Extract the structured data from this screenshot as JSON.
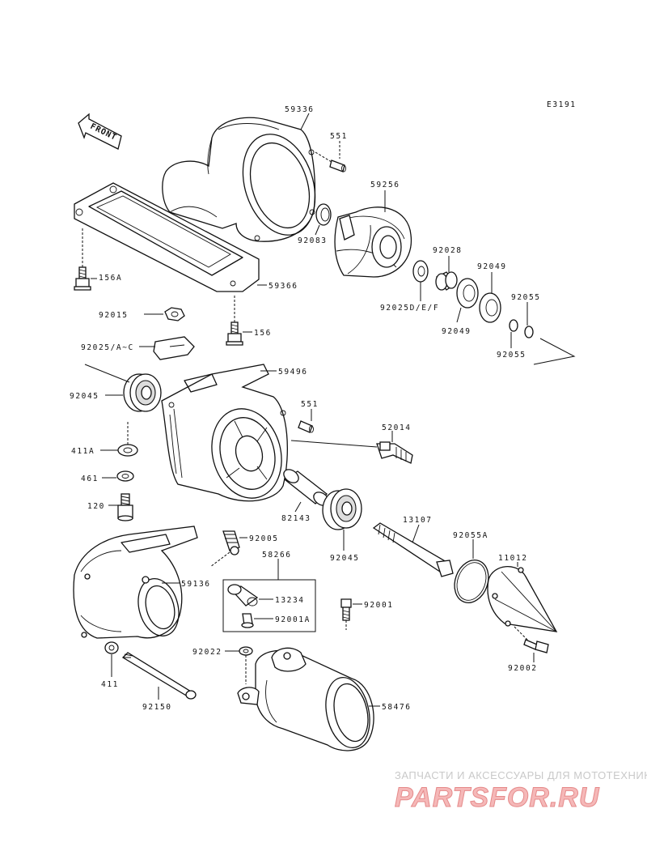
{
  "diagram": {
    "code": "E3191",
    "front_label": "FRONT",
    "parts": {
      "p59336": "59336",
      "p551a": "551",
      "p59256": "59256",
      "p92083": "92083",
      "p92028": "92028",
      "p92049a": "92049",
      "p92055a": "92055",
      "p156a": "156A",
      "p59366": "59366",
      "p92025def": "92025D/E/F",
      "p92049b": "92049",
      "p92055b": "92055",
      "p92015": "92015",
      "p156": "156",
      "p92025ac": "92025/A~C",
      "p59496": "59496",
      "p92045a": "92045",
      "p551b": "551",
      "p52014": "52014",
      "p411a": "411A",
      "p461": "461",
      "p120": "120",
      "p82143": "82143",
      "p13107": "13107",
      "p92055A": "92055A",
      "p92045b": "92045",
      "p11012": "11012",
      "p92005": "92005",
      "p58266": "58266",
      "p59136": "59136",
      "p13234": "13234",
      "p92001a": "92001A",
      "p92001": "92001",
      "p92002": "92002",
      "p92022": "92022",
      "p411": "411",
      "p92150": "92150",
      "p58476": "58476"
    }
  },
  "watermark": {
    "tagline": "ЗАПЧАСТИ И АКСЕССУАРЫ ДЛЯ МОТОТЕХНИКИ",
    "brand": "PARTSFOR.RU"
  }
}
